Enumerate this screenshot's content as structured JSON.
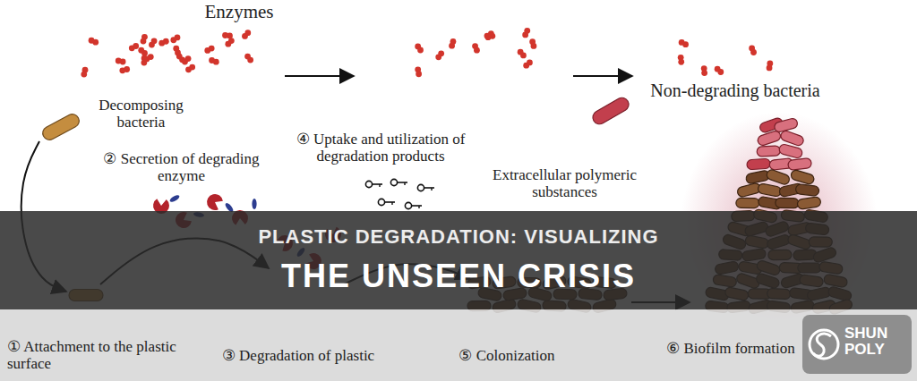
{
  "diagram": {
    "nodes": [
      {
        "text": [
          "PLASTIC DEGRADATION: VISUALIZING",
          "THE UNSEEN CRISIS"
        ]
      }
    ],
    "labels": [
      "Enzymes",
      "Decomposing bacteria",
      "② Secretion of degrading enzyme",
      "④ Uptake and utilization of degradation products",
      "Non-degrading bacteria",
      "Extracellular polymeric substances",
      "① Attachment to the plastic surface",
      "③ Degradation of plastic",
      "⑤ Colonization",
      "⑥ Biofilm formation",
      "SHUN POLY"
    ]
  }
}
